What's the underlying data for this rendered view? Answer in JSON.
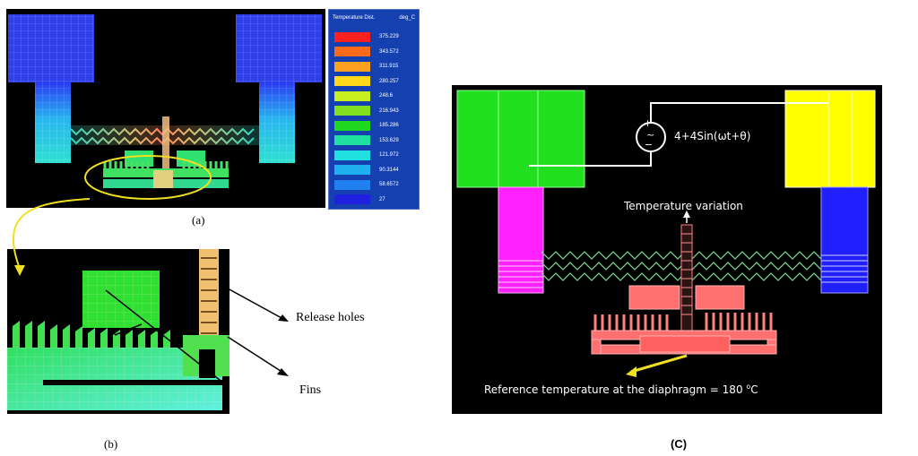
{
  "panels": {
    "a": {
      "caption": "(a)",
      "legend": {
        "title": "Temperature Dist.",
        "unit": "deg_C",
        "entries": [
          {
            "value": "375.229",
            "color": "#ff2020"
          },
          {
            "value": "343.572",
            "color": "#ff6a1a"
          },
          {
            "value": "311.915",
            "color": "#ffa020"
          },
          {
            "value": "280.257",
            "color": "#ffd81a"
          },
          {
            "value": "248.6",
            "color": "#c8f020"
          },
          {
            "value": "216.943",
            "color": "#80e020"
          },
          {
            "value": "185.286",
            "color": "#20d820"
          },
          {
            "value": "153.629",
            "color": "#20e0a0"
          },
          {
            "value": "121.972",
            "color": "#20e0e0"
          },
          {
            "value": "90.3144",
            "color": "#20b0f0"
          },
          {
            "value": "58.6572",
            "color": "#2080f0"
          },
          {
            "value": "27",
            "color": "#2020e0"
          }
        ]
      }
    },
    "b": {
      "caption": "(b)",
      "annotations": {
        "release_holes": "Release holes",
        "fins": "Fins"
      }
    },
    "c": {
      "caption": "(C)",
      "source_label": "4+4Sin(ωt+θ)",
      "source_symbol_plus": "+",
      "source_symbol_minus": "−",
      "source_symbol_tilde": "~",
      "temp_variation": "Temperature variation",
      "reference_prefix": "Reference temperature at the diaphragm = 180 ",
      "reference_sup": "o",
      "reference_suffix": "C"
    }
  },
  "colors": {
    "background_dark": "#000000",
    "legend_bg": "#1540b0",
    "pad_green": "#20e020",
    "pad_yellow": "#ffff00",
    "anchor_magenta": "#ff20ff",
    "anchor_blue": "#2020ff",
    "structure_red": "#ff7070",
    "arrow_yellow": "#f0e020"
  }
}
